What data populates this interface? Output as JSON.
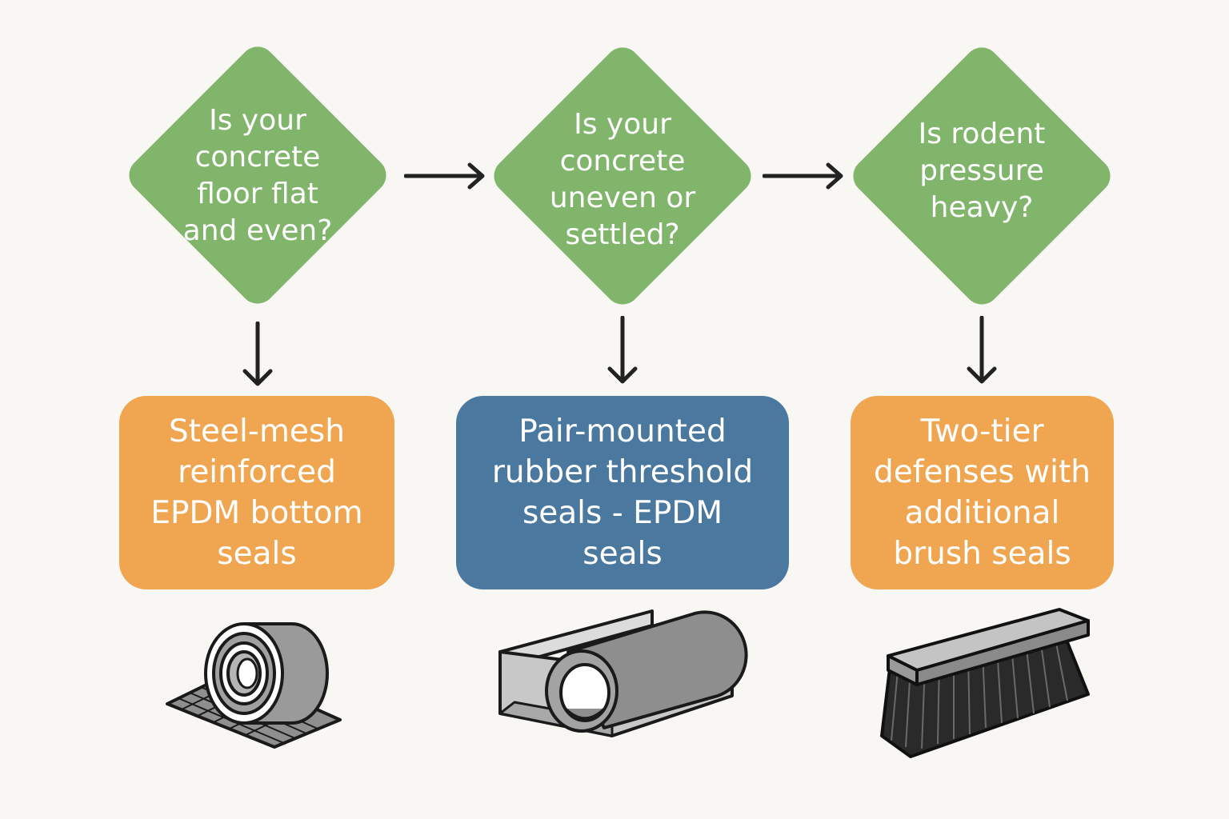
{
  "colors": {
    "decision": "#82b56c",
    "orange": "#f0a550",
    "blue": "#4a789e",
    "arrow": "#222222",
    "background": "#f8f7f3"
  },
  "decisions": [
    {
      "text": "Is your\nconcrete\nfloor flat\nand even?"
    },
    {
      "text": "Is your\nconcrete\nuneven or\nsettled?"
    },
    {
      "text": "Is rodent\npressure\nheavy?"
    }
  ],
  "outcomes": [
    {
      "text": "Steel-mesh\nreinforced\nEPDM bottom\nseals",
      "color": "orange",
      "icon": "steel-mesh-roll-icon"
    },
    {
      "text": "Pair-mounted\nrubber threshold\nseals - EPDM\nseals",
      "color": "blue",
      "icon": "rubber-threshold-seal-icon"
    },
    {
      "text": "Two-tier\ndefenses with\nadditional\nbrush seals",
      "color": "orange",
      "icon": "brush-seal-icon"
    }
  ]
}
